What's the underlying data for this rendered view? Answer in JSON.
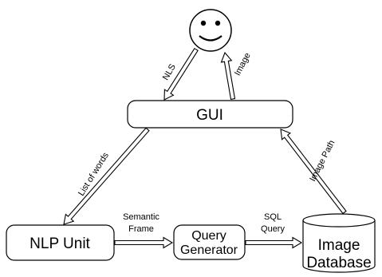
{
  "nodes": {
    "user": {
      "icon": "smiley-face-icon"
    },
    "gui": {
      "label": "GUI"
    },
    "nlp": {
      "label": "NLP Unit"
    },
    "query": {
      "line1": "Query",
      "line2": "Generator"
    },
    "db": {
      "line1": "Image",
      "line2": "Database"
    }
  },
  "edges": {
    "nls": "NLS",
    "image": "Image",
    "list_of_words": "List of words",
    "image_path": "Image Path",
    "semantic_1": "Semantic",
    "semantic_2": "Frame",
    "sql_1": "SQL",
    "sql_2": "Query"
  },
  "colors": {
    "stroke": "#000000",
    "fill": "#ffffff"
  }
}
